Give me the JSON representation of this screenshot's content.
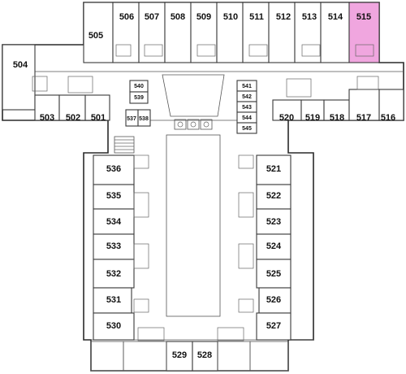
{
  "highlight_room": "515",
  "colors": {
    "highlight": "#f0a6df",
    "walls": "#2a2a2a",
    "background": "#ffffff"
  },
  "rooms": [
    "501",
    "502",
    "503",
    "504",
    "505",
    "506",
    "507",
    "508",
    "509",
    "510",
    "511",
    "512",
    "513",
    "514",
    "515",
    "516",
    "517",
    "518",
    "519",
    "520",
    "521",
    "522",
    "523",
    "524",
    "525",
    "526",
    "527",
    "528",
    "529",
    "530",
    "531",
    "532",
    "533",
    "534",
    "535",
    "536",
    "537",
    "538",
    "539",
    "540",
    "541",
    "542",
    "543",
    "544",
    "545"
  ]
}
